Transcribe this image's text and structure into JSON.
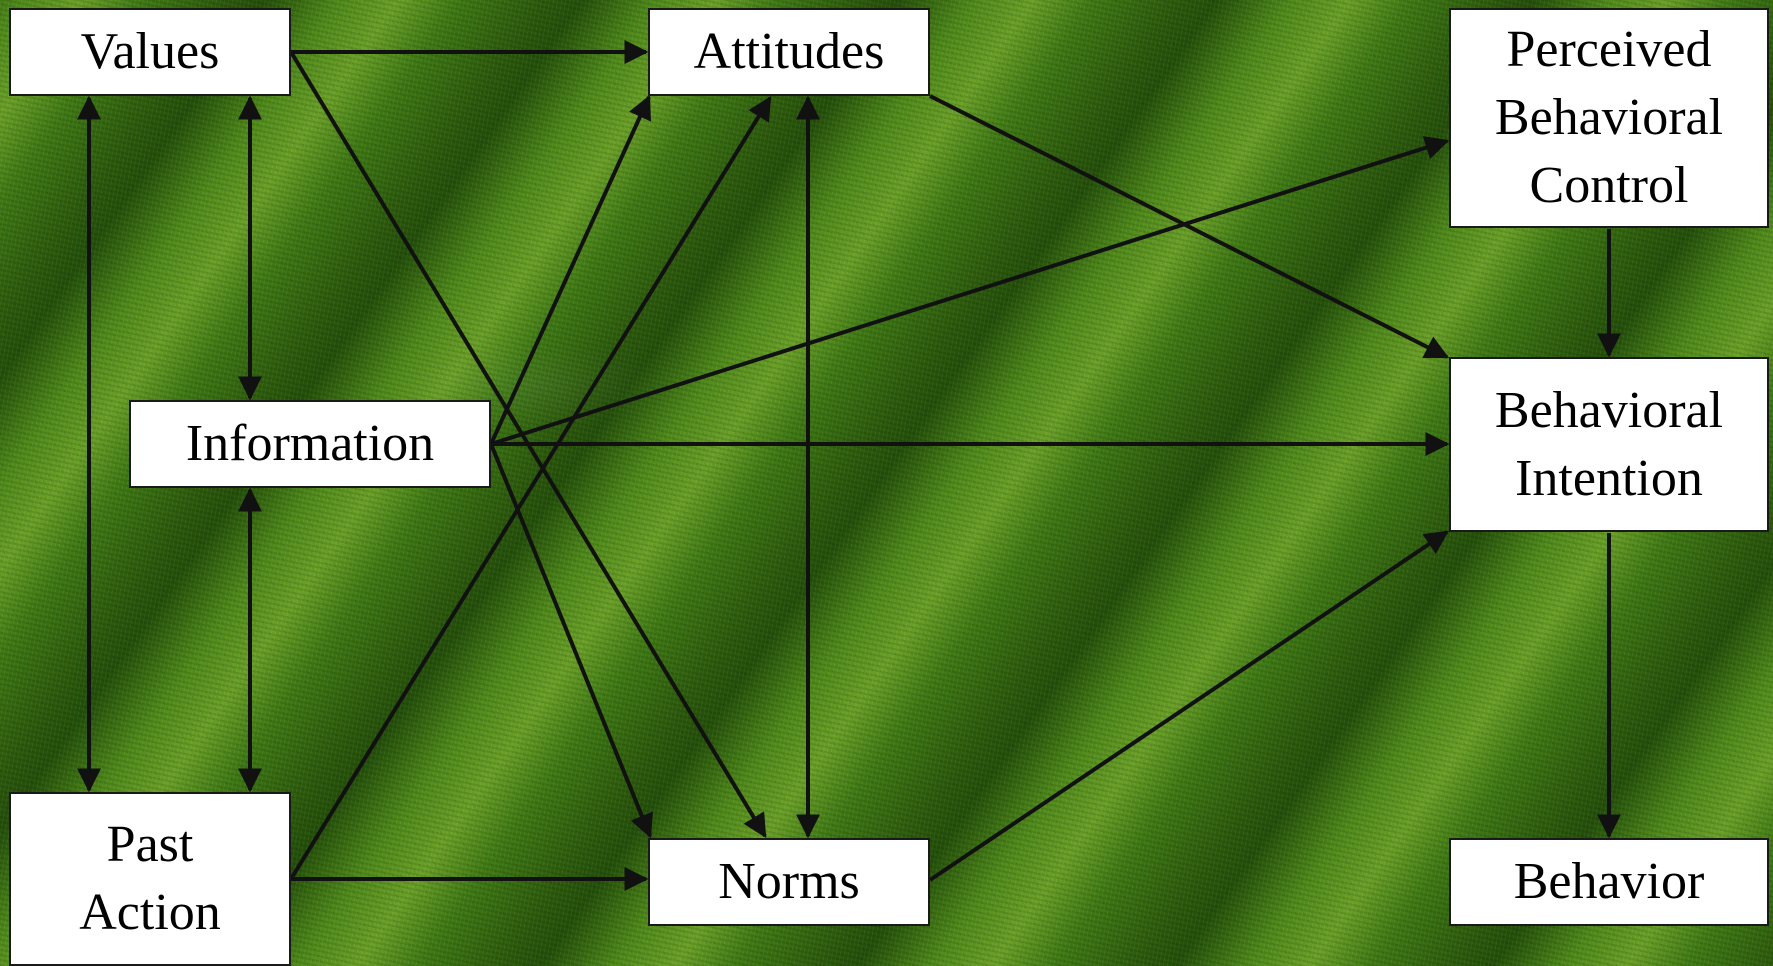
{
  "nodes": {
    "values": "Values",
    "attitudes": "Attitudes",
    "pbc": "Perceived\nBehavioral\nControl",
    "information": "Information",
    "intention": "Behavioral\nIntention",
    "past_action": "Past\nAction",
    "norms": "Norms",
    "behavior": "Behavior"
  },
  "edges": [
    {
      "from": "Values",
      "to": "Attitudes",
      "direction": "forward"
    },
    {
      "from": "Values",
      "to": "Norms",
      "direction": "forward"
    },
    {
      "from": "Values",
      "to": "Information",
      "direction": "both"
    },
    {
      "from": "Values",
      "to": "Past Action",
      "direction": "both"
    },
    {
      "from": "Information",
      "to": "Past Action",
      "direction": "both"
    },
    {
      "from": "Information",
      "to": "Attitudes",
      "direction": "forward"
    },
    {
      "from": "Information",
      "to": "Norms",
      "direction": "forward"
    },
    {
      "from": "Information",
      "to": "Perceived Behavioral Control",
      "direction": "forward"
    },
    {
      "from": "Information",
      "to": "Behavioral Intention",
      "direction": "forward"
    },
    {
      "from": "Past Action",
      "to": "Attitudes",
      "direction": "forward"
    },
    {
      "from": "Past Action",
      "to": "Norms",
      "direction": "forward"
    },
    {
      "from": "Attitudes",
      "to": "Norms",
      "direction": "both"
    },
    {
      "from": "Attitudes",
      "to": "Behavioral Intention",
      "direction": "forward"
    },
    {
      "from": "Norms",
      "to": "Behavioral Intention",
      "direction": "forward"
    },
    {
      "from": "Perceived Behavioral Control",
      "to": "Behavioral Intention",
      "direction": "forward"
    },
    {
      "from": "Behavioral Intention",
      "to": "Behavior",
      "direction": "forward"
    }
  ],
  "colors": {
    "node_fill": "#ffffff",
    "node_border": "#1a1a1a",
    "arrow": "#111111",
    "background": "grass-green"
  }
}
